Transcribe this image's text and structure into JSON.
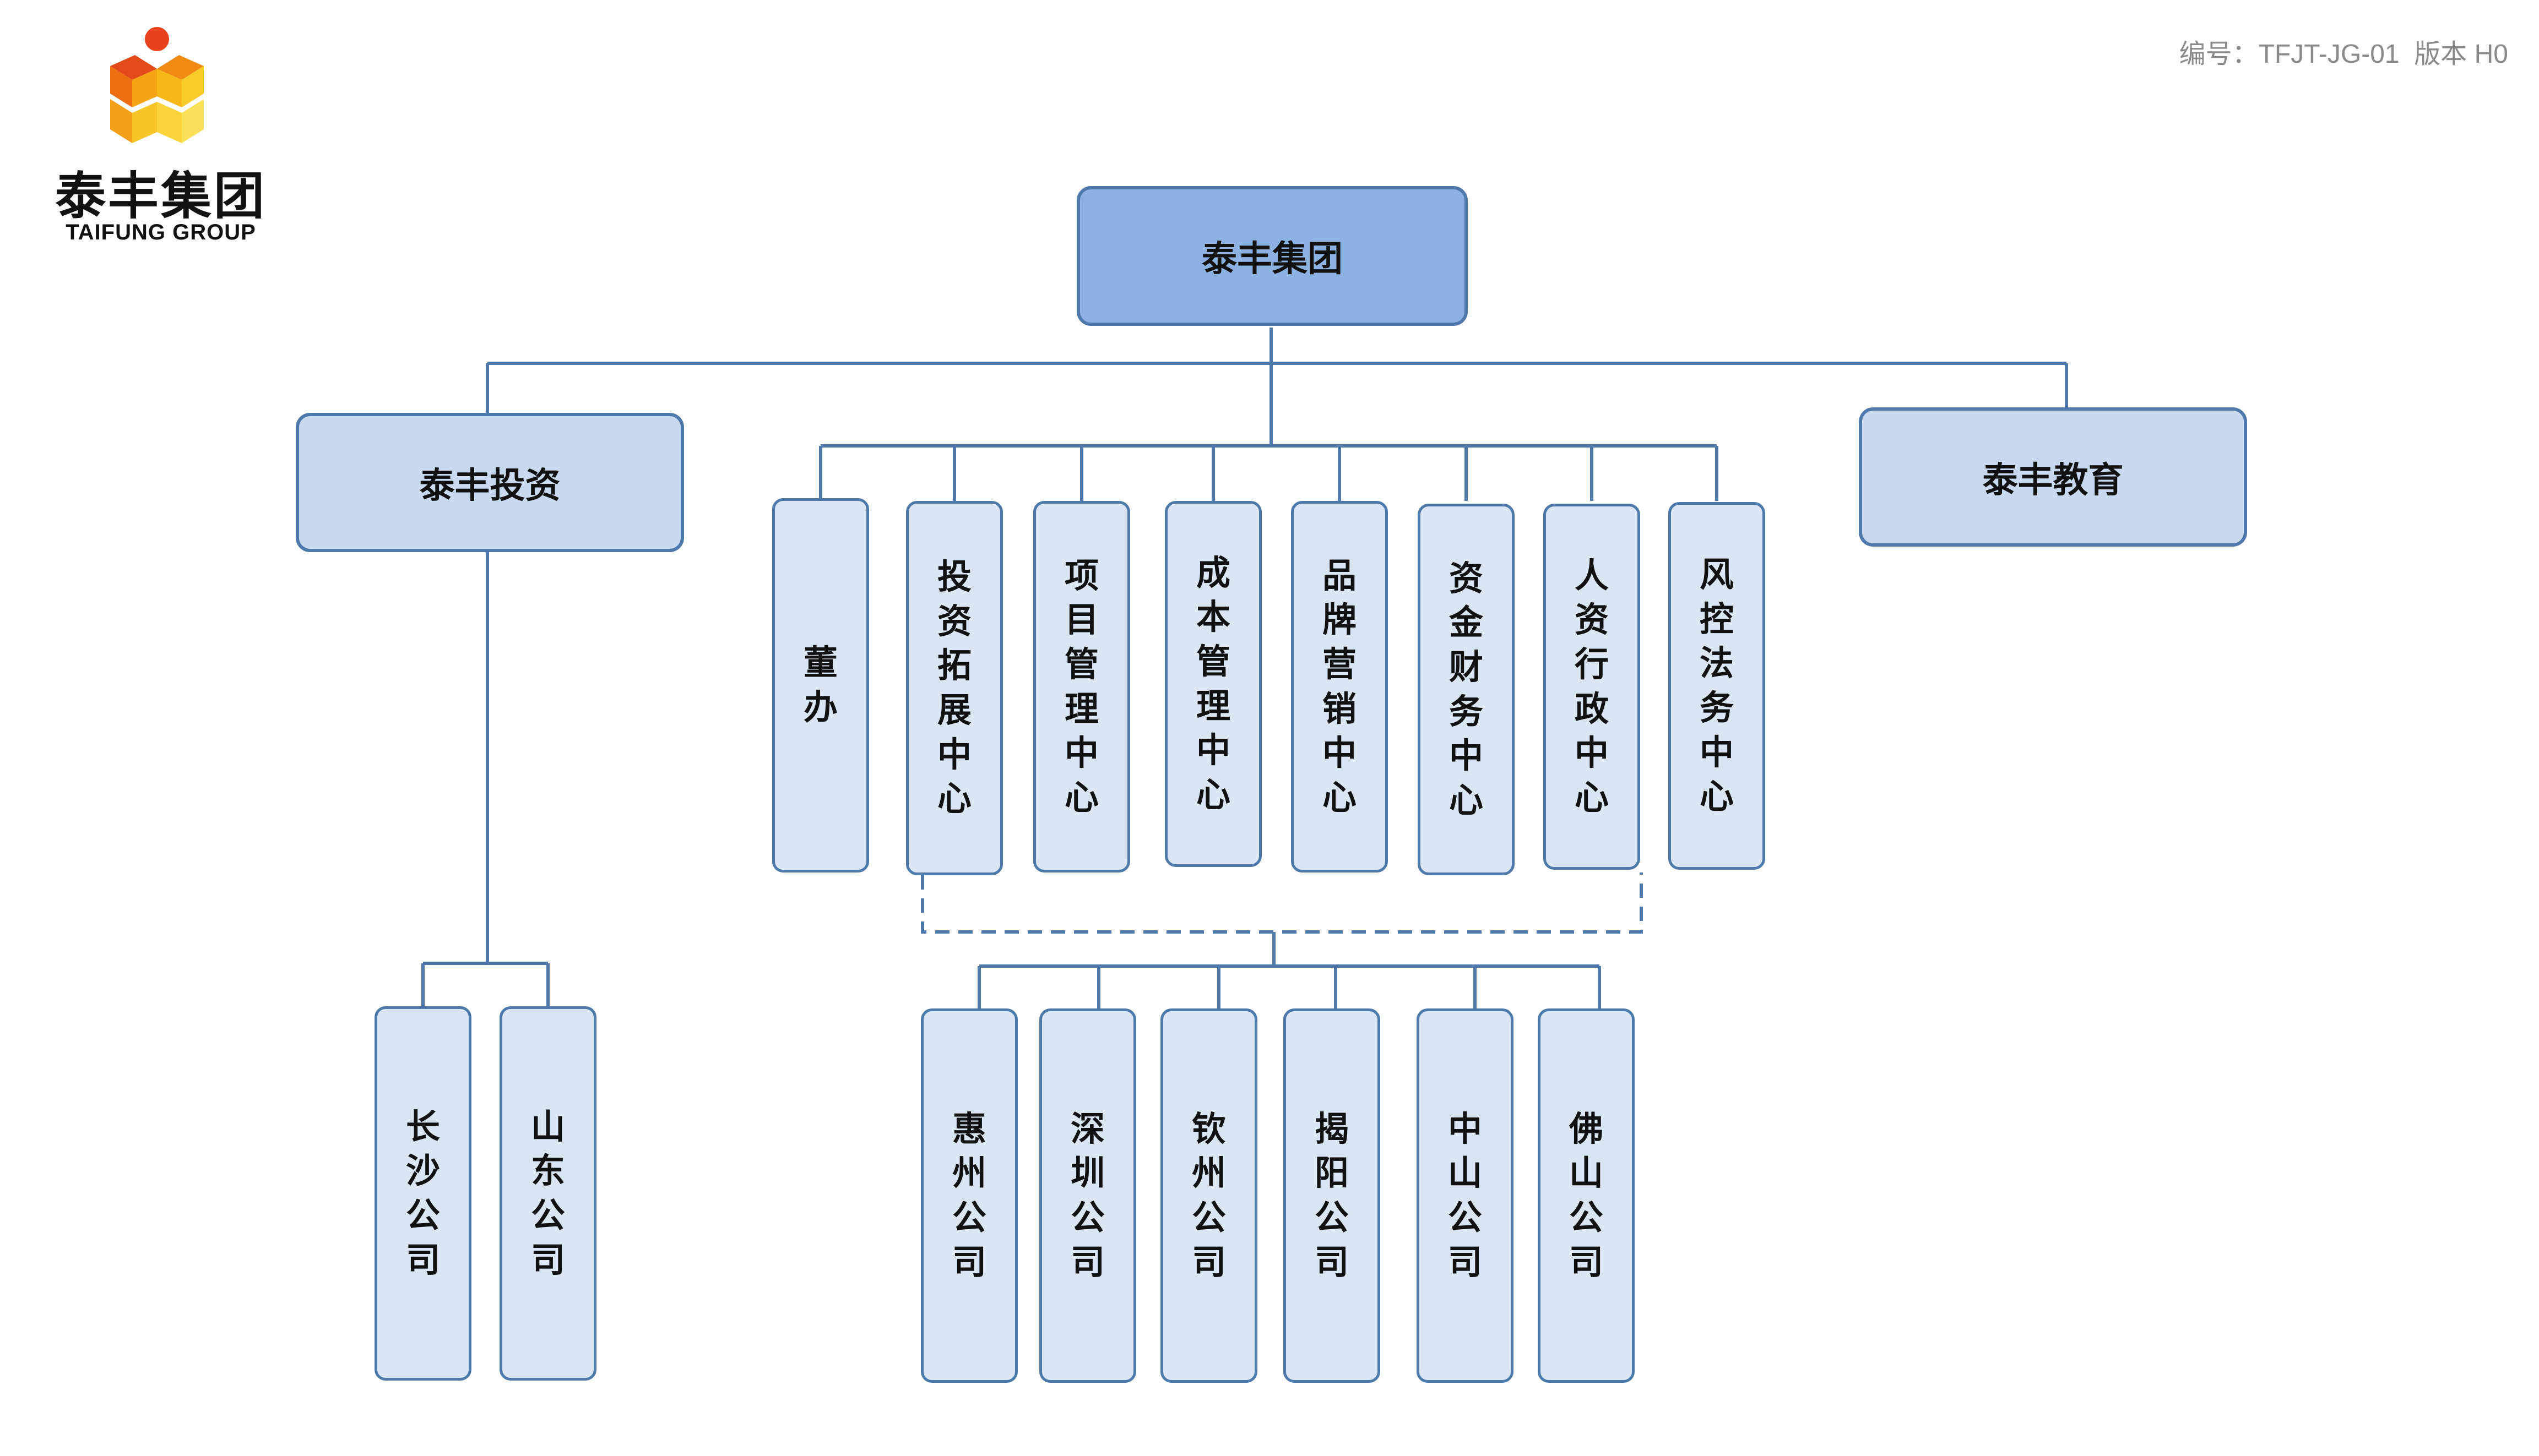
{
  "header": {
    "doc_code": "编号：TFJT-JG-01  版本 H0"
  },
  "logo": {
    "name_cn": "泰丰集团",
    "name_en": "TAIFUNG GROUP"
  },
  "org": {
    "root": "泰丰集团",
    "left_branch": "泰丰投资",
    "right_branch": "泰丰教育",
    "departments": [
      "董办",
      "投资拓展中心",
      "项目管理中心",
      "成本管理中心",
      "品牌营销中心",
      "资金财务中心",
      "人资行政中心",
      "风控法务中心"
    ],
    "investment_companies": [
      "长沙公司",
      "山东公司"
    ],
    "city_companies": [
      "惠州公司",
      "深圳公司",
      "钦州公司",
      "揭阳公司",
      "中山公司",
      "佛山公司"
    ]
  },
  "colors": {
    "line": "#4f79aa",
    "root_fill": "#8db2e2",
    "box_fill": "#c9daf0",
    "dept_fill": "#dbe6f4"
  }
}
